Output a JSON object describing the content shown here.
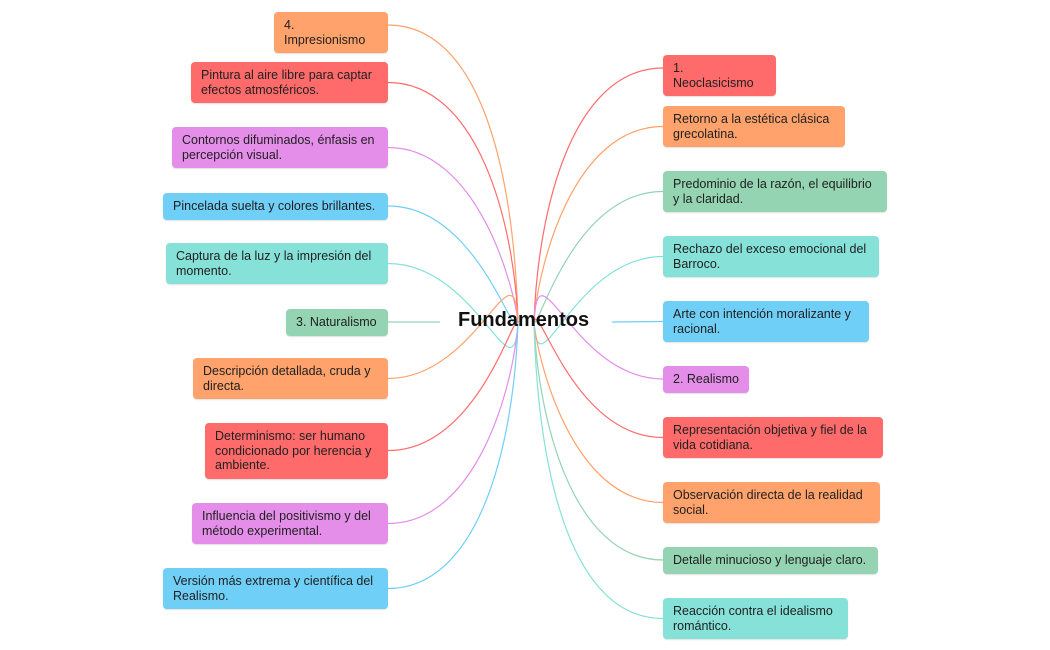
{
  "center": "Fundamentos",
  "colors": {
    "red": "#ff6b6b",
    "orange": "#ffa26b",
    "purple": "#e48ee9",
    "blue": "#6fcff7",
    "teal": "#86e1d8",
    "green": "#94d4b3"
  },
  "left": [
    {
      "text": "4. Impresionismo",
      "color": "orange"
    },
    {
      "text": "Pintura al aire libre para captar efectos atmosféricos.",
      "color": "red"
    },
    {
      "text": "Contornos difuminados, énfasis en percepción visual.",
      "color": "purple"
    },
    {
      "text": "Pincelada suelta y colores brillantes.",
      "color": "blue"
    },
    {
      "text": "Captura de la luz y la impresión del momento.",
      "color": "teal"
    },
    {
      "text": "3. Naturalismo",
      "color": "green"
    },
    {
      "text": "Descripción detallada, cruda y directa.",
      "color": "orange"
    },
    {
      "text": "Determinismo: ser humano condicionado por herencia y ambiente.",
      "color": "red"
    },
    {
      "text": "Influencia del positivismo y del método experimental.",
      "color": "purple"
    },
    {
      "text": "Versión más extrema y científica del Realismo.",
      "color": "blue"
    }
  ],
  "right": [
    {
      "text": "1. Neoclasicismo",
      "color": "red"
    },
    {
      "text": "Retorno a la estética clásica grecolatina.",
      "color": "orange"
    },
    {
      "text": "Predominio de la razón, el equilibrio y la claridad.",
      "color": "green"
    },
    {
      "text": "Rechazo del exceso emocional del Barroco.",
      "color": "teal"
    },
    {
      "text": "Arte con intención moralizante y racional.",
      "color": "blue"
    },
    {
      "text": "2. Realismo",
      "color": "purple"
    },
    {
      "text": "Representación objetiva y fiel de la vida cotidiana.",
      "color": "red"
    },
    {
      "text": "Observación directa de la realidad social.",
      "color": "orange"
    },
    {
      "text": "Detalle minucioso y lenguaje claro.",
      "color": "green"
    },
    {
      "text": "Reacción contra el idealismo romántico.",
      "color": "teal"
    }
  ]
}
